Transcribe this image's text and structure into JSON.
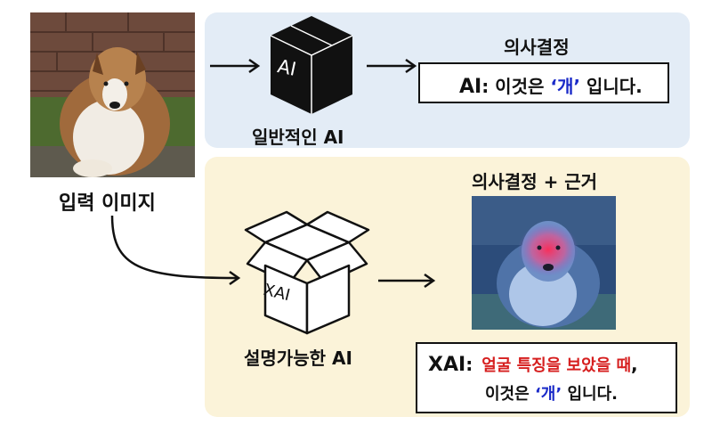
{
  "input": {
    "label": "입력 이미지"
  },
  "top_panel": {
    "model_label": "일반적인 AI",
    "box_text": "AI",
    "decision_title": "의사결정",
    "answer": {
      "prefix": "AI",
      "sep": ": 이것은 ",
      "quote": "‘개’",
      "suffix": " 입니다."
    }
  },
  "bottom_panel": {
    "model_label": "설명가능한 AI",
    "box_text": "XAI",
    "decision_title": "의사결정 + 근거",
    "answer": {
      "prefix": "XAI",
      "sep": ":",
      "reason": "얼굴 특징을 보았을 때",
      "comma": ",",
      "line2_start": "이것은 ",
      "quote": "‘개’",
      "suffix": " 입니다."
    }
  },
  "colors": {
    "top_panel": "#e3ecf6",
    "bottom_panel": "#fbf3d9",
    "quote": "#1a2ac8",
    "reason": "#d61f1f"
  }
}
